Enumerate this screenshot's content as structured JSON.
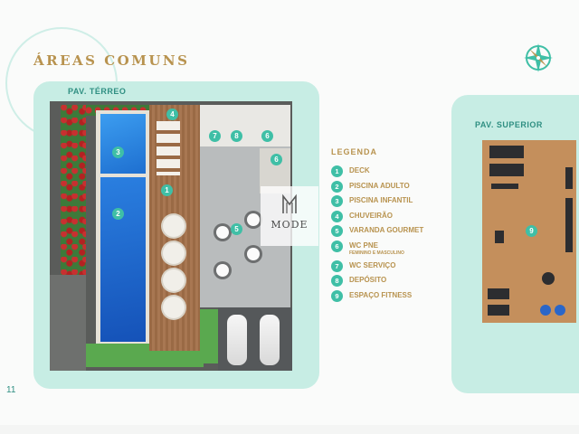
{
  "page": {
    "title": "ÁREAS COMUNS",
    "page_number": "11"
  },
  "plans": {
    "ground_label": "PAV. TÉRREO",
    "upper_label": "PAV. SUPERIOR"
  },
  "legend": {
    "title": "LEGENDA",
    "items": [
      {
        "num": "1",
        "label": "DECK"
      },
      {
        "num": "2",
        "label": "PISCINA ADULTO"
      },
      {
        "num": "3",
        "label": "PISCINA INFANTIL"
      },
      {
        "num": "4",
        "label": "CHUVEIRÃO"
      },
      {
        "num": "5",
        "label": "VARANDA GOURMET"
      },
      {
        "num": "6",
        "label": "WC PNE",
        "sub": "FEMININO E MASCULINO"
      },
      {
        "num": "7",
        "label": "WC SERVIÇO"
      },
      {
        "num": "8",
        "label": "DEPÓSITO"
      },
      {
        "num": "9",
        "label": "ESPAÇO FITNESS"
      }
    ]
  },
  "logo": {
    "name": "MODE"
  },
  "icons": {
    "compass": "compass-icon",
    "logo_mark": "mode-logo-mark-icon"
  },
  "colors": {
    "accent_gold": "#b8934f",
    "accent_teal": "#3fbfa6",
    "card_bg": "#c7ede4"
  }
}
